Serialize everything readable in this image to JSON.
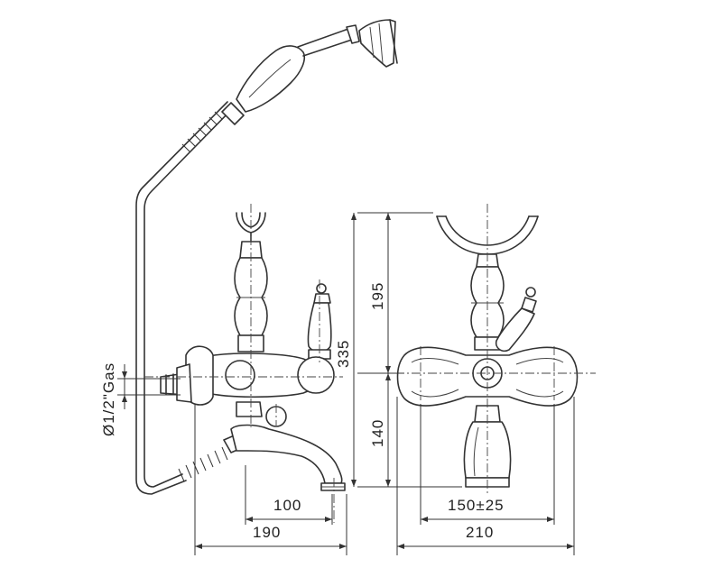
{
  "dimensions": {
    "pipe_thread": "Ø1/2\"Gas",
    "height_total": "335",
    "height_upper": "195",
    "height_lower": "140",
    "spout_reach": "100",
    "depth_overall": "190",
    "centre_distance": "150±25",
    "width_overall": "210"
  }
}
